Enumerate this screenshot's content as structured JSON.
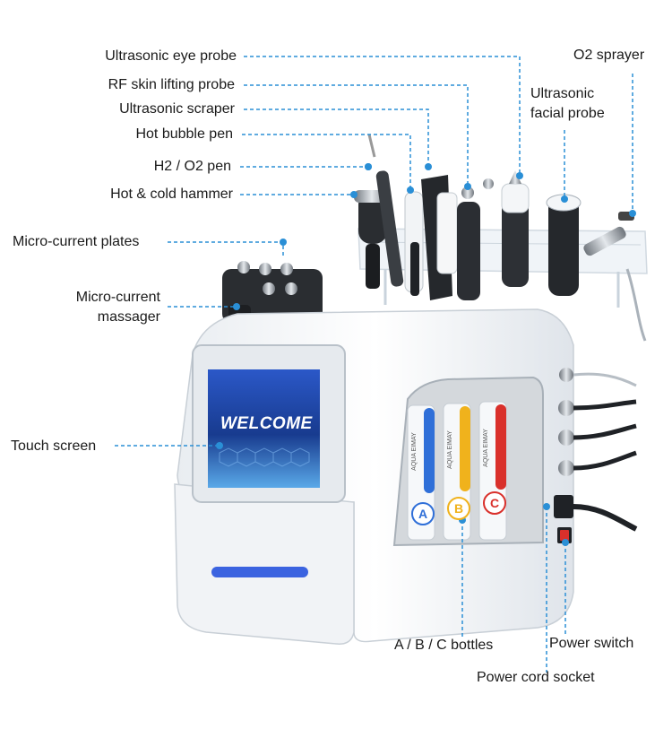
{
  "labels": {
    "eye_probe": "Ultrasonic eye probe",
    "rf_probe": "RF skin lifting probe",
    "scraper": "Ultrasonic scraper",
    "bubble_pen": "Hot bubble pen",
    "h2o2_pen": "H2 / O2 pen",
    "hammer": "Hot & cold hammer",
    "mc_plates": "Micro-current plates",
    "mc_massager_1": "Micro-current",
    "mc_massager_2": "massager",
    "touch_screen": "Touch screen",
    "o2_sprayer": "O2 sprayer",
    "facial_probe_1": "Ultrasonic",
    "facial_probe_2": "facial probe",
    "bottles": "A / B / C bottles",
    "power_switch": "Power switch",
    "power_socket": "Power cord socket"
  },
  "screen": {
    "text": "WELCOME"
  },
  "bottles": [
    {
      "letter": "A",
      "brand": "AQUA EIMAY",
      "color": "#2f6fd8"
    },
    {
      "letter": "B",
      "brand": "AQUA EIMAY",
      "color": "#f0b21c"
    },
    {
      "letter": "C",
      "brand": "AQUA EIMAY",
      "color": "#d9302b"
    }
  ],
  "colors": {
    "leader": "#2a8fd6",
    "device_body": "#f4f6f8",
    "screen": "#1d3f9a",
    "indicator": "#3b63e0"
  }
}
